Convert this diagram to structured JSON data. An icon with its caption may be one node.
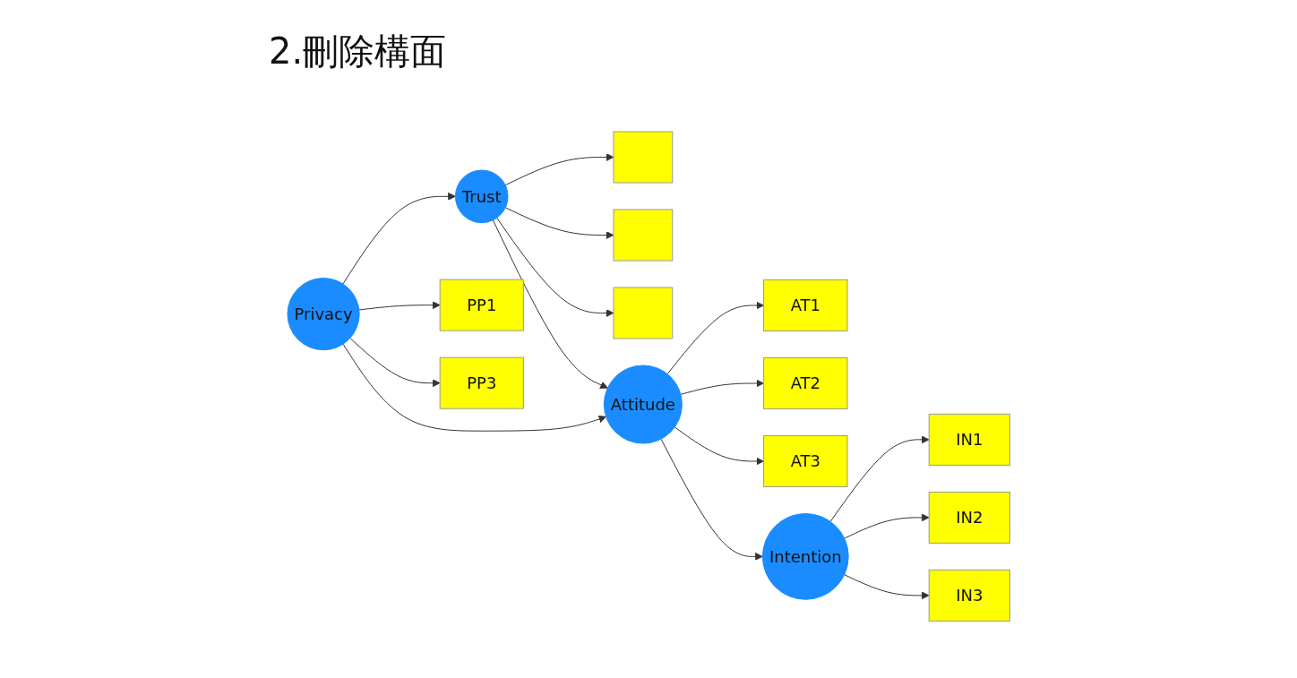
{
  "diagram": {
    "title": "2.刪除構面",
    "nodes": [
      {
        "text": [
          "Trust"
        ]
      },
      {
        "text": [],
        "shape": "box"
      },
      {
        "text": [],
        "shape": "box"
      },
      {
        "text": [],
        "shape": "box"
      },
      {
        "text": [
          "Attitude"
        ]
      },
      {
        "text": [
          "AT1"
        ]
      },
      {
        "text": [
          "AT2"
        ]
      },
      {
        "text": [
          "AT3"
        ]
      },
      {
        "text": [
          "Intention"
        ]
      },
      {
        "text": [
          "IN1"
        ]
      },
      {
        "text": [
          "IN2"
        ]
      },
      {
        "text": [
          "IN3"
        ]
      },
      {
        "text": [
          "Privacy"
        ]
      },
      {
        "text": [
          "PP1"
        ]
      },
      {
        "text": [
          "PP3"
        ]
      }
    ],
    "edges": [
      {
        "from": 0,
        "to": 1,
        "arrow": "to"
      },
      {
        "from": 0,
        "to": 2,
        "arrow": "to"
      },
      {
        "from": 0,
        "to": 3,
        "arrow": "to"
      },
      {
        "from": 0,
        "to": 4,
        "arrow": "to"
      },
      {
        "from": 12,
        "to": 0,
        "arrow": "to"
      },
      {
        "from": 12,
        "to": 4,
        "arrow": "to"
      },
      {
        "from": 4,
        "to": 5,
        "arrow": "to"
      },
      {
        "from": 4,
        "to": 6,
        "arrow": "to"
      },
      {
        "from": 4,
        "to": 7,
        "arrow": "to"
      },
      {
        "from": 4,
        "to": 8,
        "arrow": "to"
      },
      {
        "from": 8,
        "to": 9,
        "arrow": "to"
      },
      {
        "from": 8,
        "to": 10,
        "arrow": "to"
      },
      {
        "from": 8,
        "to": 11,
        "arrow": "to"
      },
      {
        "from": 12,
        "to": 13,
        "arrow": "to"
      },
      {
        "from": 12,
        "to": 14,
        "arrow": "to"
      }
    ]
  }
}
